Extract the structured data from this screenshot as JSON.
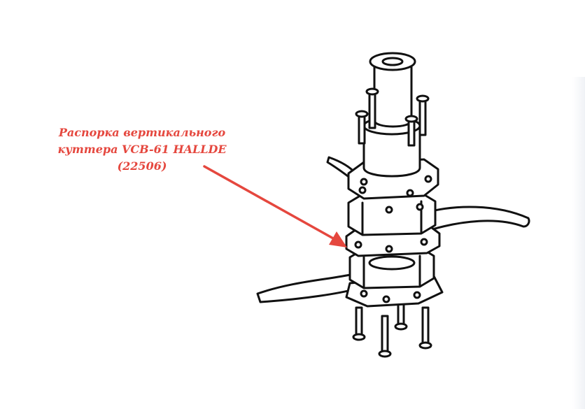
{
  "callout": {
    "line1": "Распорка вертикального",
    "line2": "куттера VCB-61 HALLDE",
    "line3": "(22506)"
  },
  "colors": {
    "callout_text": "#e5473e",
    "arrow": "#e5473e",
    "drawing_stroke": "#111111",
    "background": "#ffffff"
  }
}
